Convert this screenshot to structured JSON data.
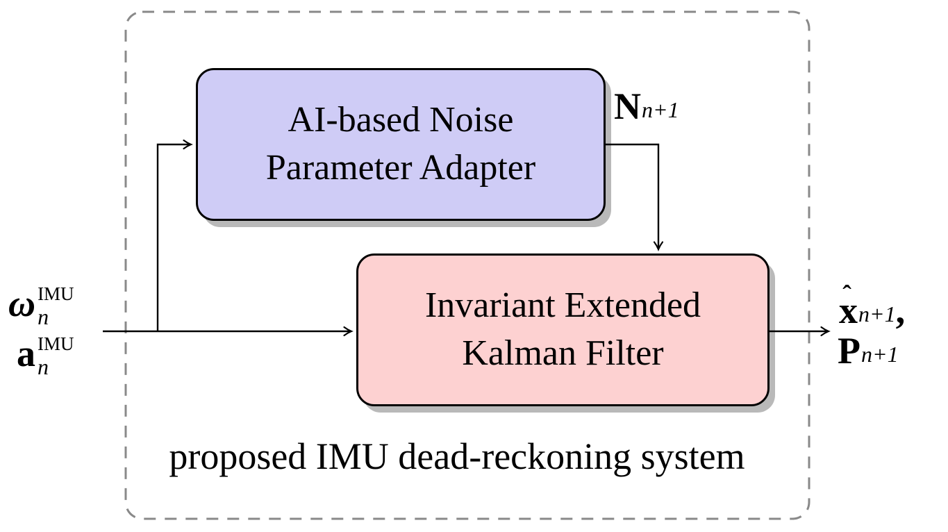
{
  "system": {
    "caption": "proposed IMU dead-reckoning system"
  },
  "blocks": {
    "adapter": {
      "line1": "AI-based Noise",
      "line2": "Parameter Adapter"
    },
    "filter": {
      "line1": "Invariant Extended",
      "line2": "Kalman Filter"
    }
  },
  "signals": {
    "input_gyro": {
      "base": "ω",
      "sup": "IMU",
      "sub": "n"
    },
    "input_accel": {
      "base": "a",
      "sup": "IMU",
      "sub": "n"
    },
    "noise_params": {
      "base": "N",
      "sub": "n+1"
    },
    "output_state": {
      "base": "x",
      "hat": "ˆ",
      "sub": "n+1",
      "suffix": ","
    },
    "output_cov": {
      "base": "P",
      "sub": "n+1"
    }
  },
  "colors": {
    "adapter_fill": "#cfccf6",
    "filter_fill": "#fdd1d1",
    "block_border": "#000000",
    "block_shadow": "#b9b9b9",
    "boundary_dash": "#898989",
    "wire": "#000000",
    "text": "#000000"
  }
}
